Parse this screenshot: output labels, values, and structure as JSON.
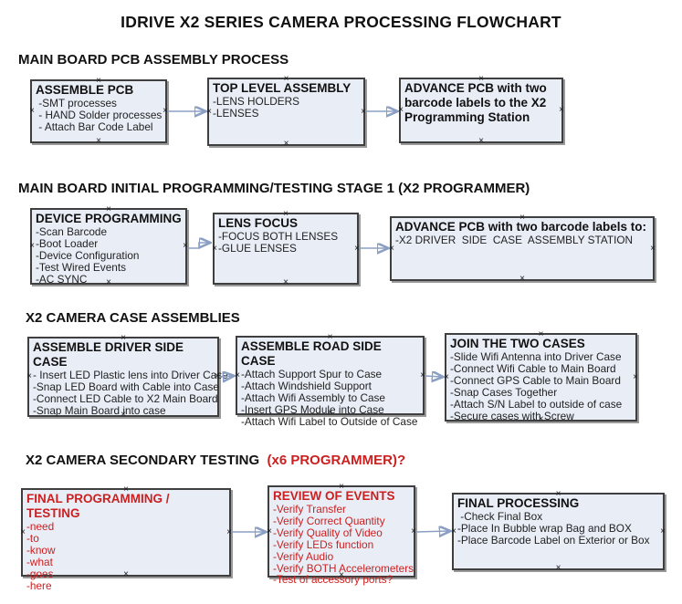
{
  "title": "IDRIVE X2  SERIES CAMERA PROCESSING FLOWCHART",
  "colors": {
    "box_fill": "#e8edf6",
    "box_border": "#3f3f3f",
    "box_shadow": "#9a9a9a",
    "red_text": "#cc1f1f",
    "arrow_line": "#8b9fc4",
    "arrow_head": "#2f4a85"
  },
  "sections": [
    {
      "heading": "MAIN BOARD PCB ASSEMBLY PROCESS",
      "boxes": [
        {
          "title": "ASSEMBLE PCB",
          "items": [
            " -SMT processes",
            " - HAND Solder processes",
            " - Attach Bar Code Label"
          ]
        },
        {
          "title": "TOP LEVEL ASSEMBLY",
          "items": [
            "-LENS HOLDERS",
            "-LENSES"
          ]
        },
        {
          "title": "ADVANCE PCB with two barcode labels to the X2 Programming Station",
          "items": []
        }
      ]
    },
    {
      "heading": "MAIN BOARD INITIAL PROGRAMMING/TESTING STAGE 1 (X2 PROGRAMMER)",
      "boxes": [
        {
          "title": "DEVICE PROGRAMMING",
          "items": [
            "-Scan Barcode",
            "-Boot Loader",
            "-Device Configuration",
            "-Test Wired Events",
            "-AC SYNC"
          ]
        },
        {
          "title": "LENS FOCUS",
          "items": [
            "-FOCUS BOTH LENSES",
            "-GLUE LENSES"
          ]
        },
        {
          "title": "ADVANCE PCB with two barcode labels to:",
          "items": [
            "-X2 DRIVER  SIDE  CASE  ASSEMBLY STATION"
          ]
        }
      ]
    },
    {
      "heading": "X2 CAMERA CASE ASSEMBLIES",
      "boxes": [
        {
          "title": "ASSEMBLE DRIVER SIDE CASE",
          "items": [
            "- Insert LED Plastic lens into Driver Case",
            "-Snap LED Board with Cable into Case",
            "-Connect LED Cable to X2 Main Board",
            "-Snap Main Board into case"
          ]
        },
        {
          "title": "ASSEMBLE ROAD SIDE CASE",
          "items": [
            "-Attach Support Spur to Case",
            "-Attach Windshield Support",
            "-Attach Wifi Assembly to Case",
            "-Insert GPS Module into Case",
            "-Attach Wifi Label to Outside of Case"
          ]
        },
        {
          "title": "JOIN THE TWO CASES",
          "items": [
            "-Slide Wifi Antenna into Driver Case",
            "-Connect Wifi Cable to Main Board",
            "-Connect GPS Cable to Main Board",
            "-Snap Cases Together",
            "-Attach S/N Label to outside of case",
            "-Secure cases with Screw"
          ]
        }
      ]
    },
    {
      "heading": "X2 CAMERA SECONDARY TESTING ",
      "heading_suffix": " (x6 PROGRAMMER)?",
      "boxes": [
        {
          "title": "FINAL PROGRAMMING / TESTING",
          "items": [
            "-need",
            "-to",
            "-know",
            "-what",
            "-goes",
            "-here"
          ]
        },
        {
          "title": "REVIEW OF EVENTS",
          "items": [
            "-Verify Transfer",
            "-Verify Correct Quantity",
            "-Verify Quality of Video",
            "-Verify LEDs function",
            "-Verify Audio",
            "-Verify BOTH Accelerometers",
            "-Test of accessory ports?"
          ]
        },
        {
          "title": "FINAL PROCESSING",
          "items": [
            " -Check Final Box",
            "-Place In Bubble wrap Bag and BOX",
            "-Place Barcode Label on Exterior or Box"
          ]
        }
      ]
    }
  ],
  "connection_mark": "×"
}
